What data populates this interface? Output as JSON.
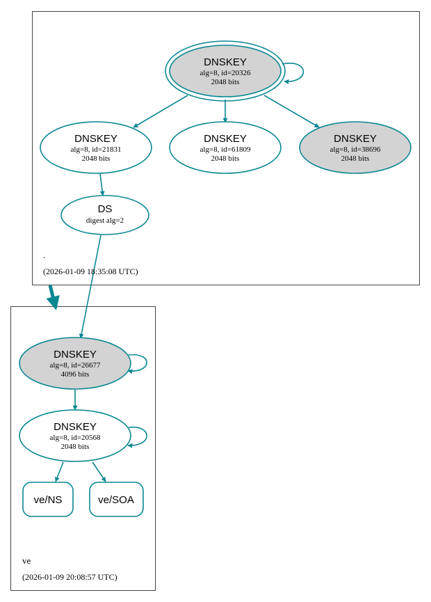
{
  "colors": {
    "edge": "#0a8793",
    "node_stroke": "#0a8793",
    "shaded_fill": "#d3d3d3",
    "plain_fill": "#ffffff",
    "zone_border": "#444444"
  },
  "zones": {
    "root": {
      "name": ".",
      "timestamp": "(2026-01-09 18:35:08 UTC)"
    },
    "ve": {
      "name": "ve",
      "timestamp": "(2026-01-09 20:08:57 UTC)"
    }
  },
  "nodes": {
    "root_ksk": {
      "title": "DNSKEY",
      "line1": "alg=8, id=20326",
      "line2": "2048 bits"
    },
    "root_zsk1": {
      "title": "DNSKEY",
      "line1": "alg=8, id=21831",
      "line2": "2048 bits"
    },
    "root_zsk2": {
      "title": "DNSKEY",
      "line1": "alg=8, id=61809",
      "line2": "2048 bits"
    },
    "root_zsk3": {
      "title": "DNSKEY",
      "line1": "alg=8, id=38696",
      "line2": "2048 bits"
    },
    "root_ds": {
      "title": "DS",
      "line1": "digest alg=2"
    },
    "ve_ksk": {
      "title": "DNSKEY",
      "line1": "alg=8, id=26677",
      "line2": "4096 bits"
    },
    "ve_zsk": {
      "title": "DNSKEY",
      "line1": "alg=8, id=20568",
      "line2": "2048 bits"
    },
    "ve_ns": {
      "title": "ve/NS"
    },
    "ve_soa": {
      "title": "ve/SOA"
    }
  }
}
